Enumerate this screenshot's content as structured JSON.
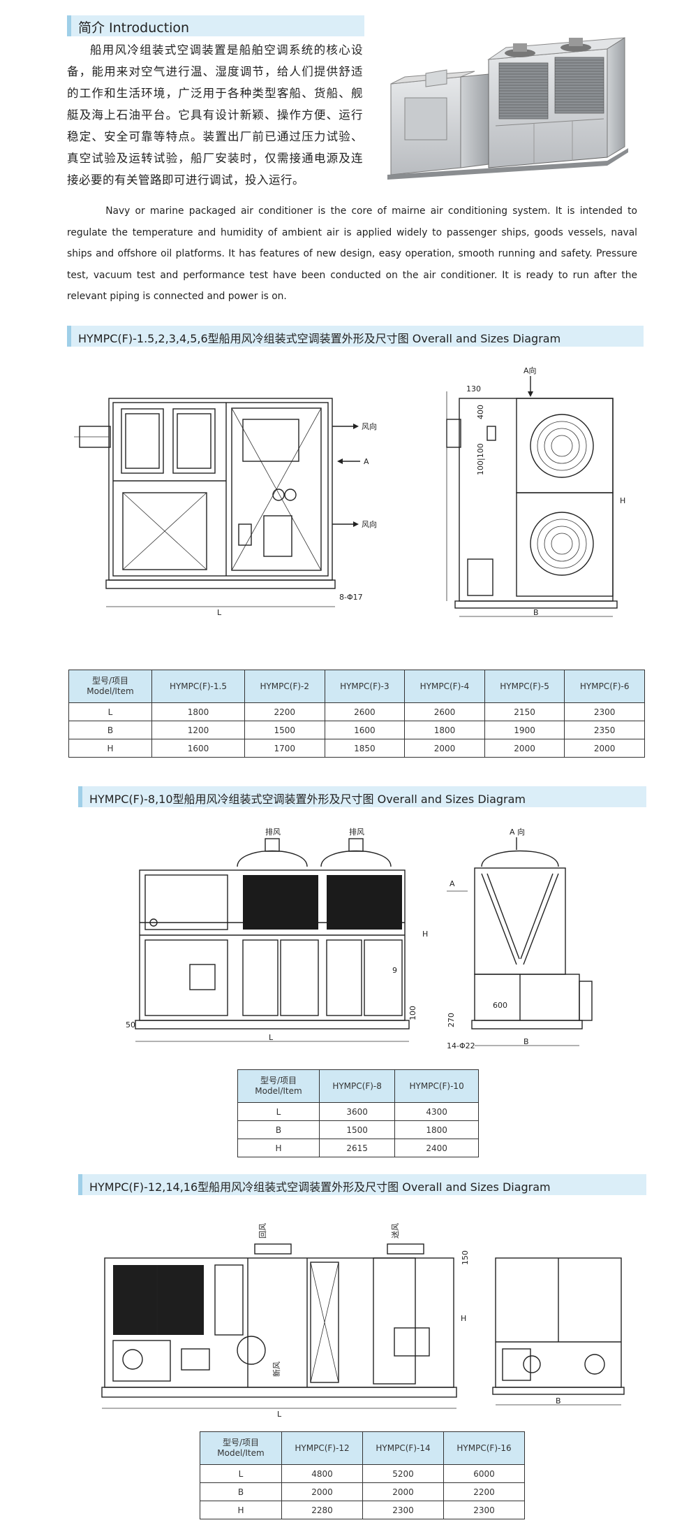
{
  "intro": {
    "heading": "简介  Introduction",
    "zh_text": "船用风冷组装式空调装置是船舶空调系统的核心设备，能用来对空气进行温、湿度调节，给人们提供舒适的工作和生活环境，广泛用于各种类型客船、货船、舰艇及海上石油平台。它具有设计新颖、操作方便、运行稳定、安全可靠等特点。装置出厂前已通过压力试验、真空试验及运转试验，船厂安装时，仅需接通电源及连接必要的有关管路即可进行调试，投入运行。",
    "en_text": "Navy or marine packaged air conditioner is the core of mairne air conditioning system. It is intended to regulate the temperature and humidity of ambient air is applied widely to passenger ships, goods vessels, naval ships and offshore oil platforms. It has features of new design, easy operation, smooth running and safety. Pressure test, vacuum test and performance test have been conducted on the air conditioner. It is ready to run after the relevant piping is connected and power is on."
  },
  "section1": {
    "title": "HYMPC(F)-1.5,2,3,4,5,6型船用风冷组装式空调装置外形及尺寸图 Overall and Sizes Diagram",
    "labels": {
      "wind": "风向",
      "a": "A",
      "a_dir": "A向",
      "dims_L": "L",
      "dims_B": "B",
      "dims_H": "H",
      "feet": "8-Φ17",
      "d130": "130",
      "d400": "400",
      "d100": "100|100"
    },
    "table": {
      "header": [
        "型号/项目\nModel/Item",
        "HYMPC(F)-1.5",
        "HYMPC(F)-2",
        "HYMPC(F)-3",
        "HYMPC(F)-4",
        "HYMPC(F)-5",
        "HYMPC(F)-6"
      ],
      "rows": [
        [
          "L",
          "1800",
          "2200",
          "2600",
          "2600",
          "2150",
          "2300"
        ],
        [
          "B",
          "1200",
          "1500",
          "1600",
          "1800",
          "1900",
          "2350"
        ],
        [
          "H",
          "1600",
          "1700",
          "1850",
          "2000",
          "2000",
          "2000"
        ]
      ]
    }
  },
  "section2": {
    "title": "HYMPC(F)-8,10型船用风冷组装式空调装置外形及尺寸图 Overall and Sizes Diagram",
    "labels": {
      "wind": "排风",
      "a": "A",
      "a_dir": "A 向",
      "dims_L": "L",
      "dims_B": "B",
      "dims_H": "H",
      "d50": "50",
      "d100": "100",
      "d270": "270",
      "d600": "600",
      "feet": "14-Φ22",
      "n9": "9"
    },
    "table": {
      "header": [
        "型号/项目\nModel/Item",
        "HYMPC(F)-8",
        "HYMPC(F)-10"
      ],
      "rows": [
        [
          "L",
          "3600",
          "4300"
        ],
        [
          "B",
          "1500",
          "1800"
        ],
        [
          "H",
          "2615",
          "2400"
        ]
      ]
    }
  },
  "section3": {
    "title": "HYMPC(F)-12,14,16型船用风冷组装式空调装置外形及尺寸图 Overall and Sizes Diagram",
    "labels": {
      "return": "回风",
      "supply": "送风",
      "fresh": "新风",
      "dims_L": "L",
      "dims_B": "B",
      "dims_H": "H",
      "d150": "150"
    },
    "table": {
      "header": [
        "型号/项目\nModel/Item",
        "HYMPC(F)-12",
        "HYMPC(F)-14",
        "HYMPC(F)-16"
      ],
      "rows": [
        [
          "L",
          "4800",
          "5200",
          "6000"
        ],
        [
          "B",
          "2000",
          "2000",
          "2200"
        ],
        [
          "H",
          "2280",
          "2300",
          "2300"
        ]
      ]
    }
  }
}
